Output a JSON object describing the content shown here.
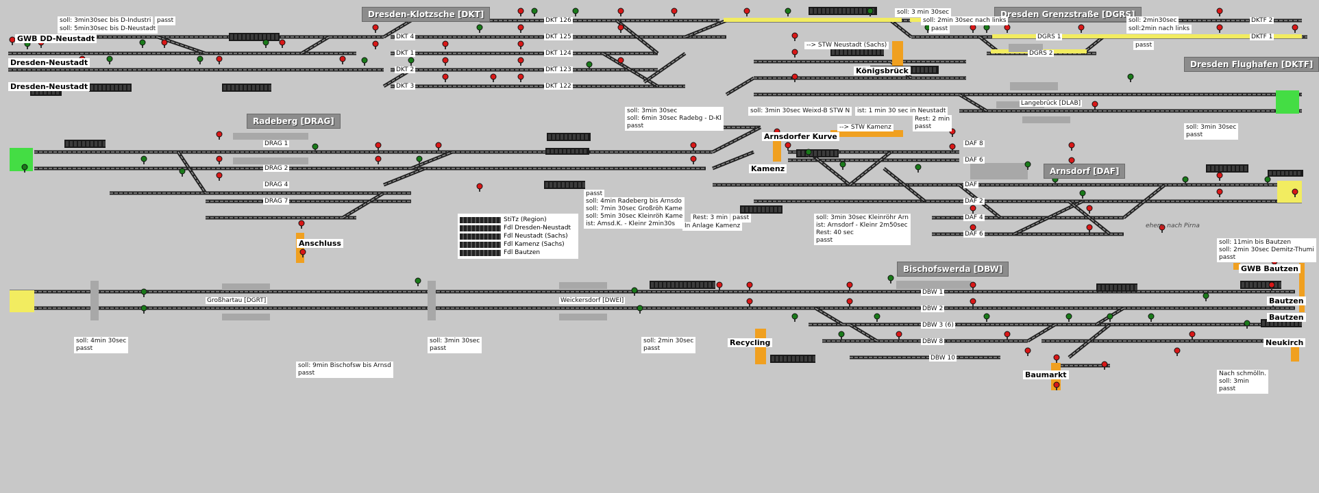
{
  "stations": [
    {
      "id": "dkt",
      "label": "Dresden-Klotzsche [DKT]"
    },
    {
      "id": "dgrs",
      "label": "Dresden Grenzstraße [DGRS]"
    },
    {
      "id": "dktf",
      "label": "Dresden Flughafen [DKTF]"
    },
    {
      "id": "drag",
      "label": "Radeberg [DRAG]"
    },
    {
      "id": "daf",
      "label": "Arnsdorf [DAF]"
    },
    {
      "id": "dbw",
      "label": "Bischofswerda [DBW]"
    }
  ],
  "places": [
    {
      "id": "gwb_dd",
      "label": "GWB DD-Neustadt"
    },
    {
      "id": "dd_neustadt_1",
      "label": "Dresden-Neustadt"
    },
    {
      "id": "dd_neustadt_2",
      "label": "Dresden-Neustadt"
    },
    {
      "id": "koenigsbrueck",
      "label": "Königsbrück"
    },
    {
      "id": "arnsdorfer_kurve",
      "label": "Arnsdorfer Kurve"
    },
    {
      "id": "kamenz",
      "label": "Kamenz"
    },
    {
      "id": "anschluss",
      "label": "Anschluss"
    },
    {
      "id": "recycling",
      "label": "Recycling"
    },
    {
      "id": "baumarkt",
      "label": "Baumarkt"
    },
    {
      "id": "gwb_bautzen",
      "label": "GWB Bautzen"
    },
    {
      "id": "bautzen_1",
      "label": "Bautzen"
    },
    {
      "id": "bautzen_2",
      "label": "Bautzen"
    },
    {
      "id": "neukirch",
      "label": "Neukirch"
    }
  ],
  "tracks": {
    "dkt": [
      "DKT 4",
      "DKT 1",
      "DKT 2",
      "DKT 3",
      "DKT 126",
      "DKT 125",
      "DKT 124",
      "DKT 123",
      "DKT 122"
    ],
    "dgrs": [
      "DGRS 1",
      "DGRS 2"
    ],
    "dktf": [
      "DKTF 2",
      "DKTF 1"
    ],
    "drag": [
      "DRAG 1",
      "DRAG 2",
      "DRAG 4",
      "DRAG 7"
    ],
    "daf": [
      "DAF 8",
      "DAF 6",
      "DAF",
      "DAF 2",
      "DAF 4",
      "DAF 6"
    ],
    "dbw": [
      "DBW 1",
      "DBW 2",
      "DBW 3 (6)",
      "DBW 8",
      "DBW 10"
    ]
  },
  "halts": {
    "langebrueck": "Langebrück [DLAB]",
    "grosshartau": "Großhartau [DGRT]",
    "weickersdorf": "Weickersdorf [DWEI]",
    "ehem_pirna": "ehem. nach Pirna"
  },
  "arrows": {
    "stw_neustadt": "--> STW Neustadt (Sachs)",
    "stw_kamenz": "--> STW Kamenz"
  },
  "notes": {
    "n1": "soll: 3min30sec bis D-Industri",
    "n1b": "passt",
    "n2": "soll: 5min30sec bis D-Neustadt",
    "n3": "soll: 3 min 30sec",
    "n4": "soll: 2min 30sec nach links",
    "n4b": "passt",
    "n5": "soll: 2min30sec",
    "n6": "soll:2min nach links",
    "n6b": "passt",
    "n7": "soll: 3min 30sec\nsoll: 6min 30sec Radebg - D-Kl\npasst",
    "n8": "soll: 3min 30sec Weixd-B STW N",
    "n9": "ist: 1 min 30 sec in Neustadt",
    "n10": "Rest: 2 min\npasst",
    "n11": "soll: 3min 30sec\npasst",
    "n12": "passt",
    "n13": "soll: 4min Radeberg bis Arnsdo\nsoll: 7min 30sec Großröh Kame\nsoll: 5min 30sec Kleinröh Kame\nist: Amsd.K. - Kleinr 2min30s",
    "n14": "Rest: 3 min",
    "n14b": "passt",
    "n15": "In Anlage Kamenz",
    "n16": "soll: 3min 30sec Kleinröhr Arn\nist: Arnsdorf - Kleinr 2m50sec\nRest: 40 sec\npasst",
    "n17": "soll: 11min bis Bautzen\nsoll: 2min 30sec Demitz-Thumi\npasst",
    "n18": "soll: 4min 30sec\npasst",
    "n19": "soll: 3min 30sec\npasst",
    "n20": "soll: 2min 30sec\npasst",
    "n21": "soll: 9min Bischofsw bis Arnsd\npasst",
    "n22": "Nach schmölln.\nsoll: 3min\npasst"
  },
  "legend": [
    "StiTz (Region)",
    "Fdl Dresden-Neustadt",
    "Fdl Neustadt (Sachs)",
    "Fdl Kamenz (Sachs)",
    "Fdl Bautzen"
  ],
  "colors": {
    "background": "#c8c8c8",
    "track": "#3a3a3a",
    "signal_red": "#d81818",
    "signal_green": "#1a7a1a",
    "occupied": "#f0a020",
    "route_yellow": "#f2ec60",
    "station_box": "#8c8c8c",
    "highlight_green": "#44dd44"
  }
}
